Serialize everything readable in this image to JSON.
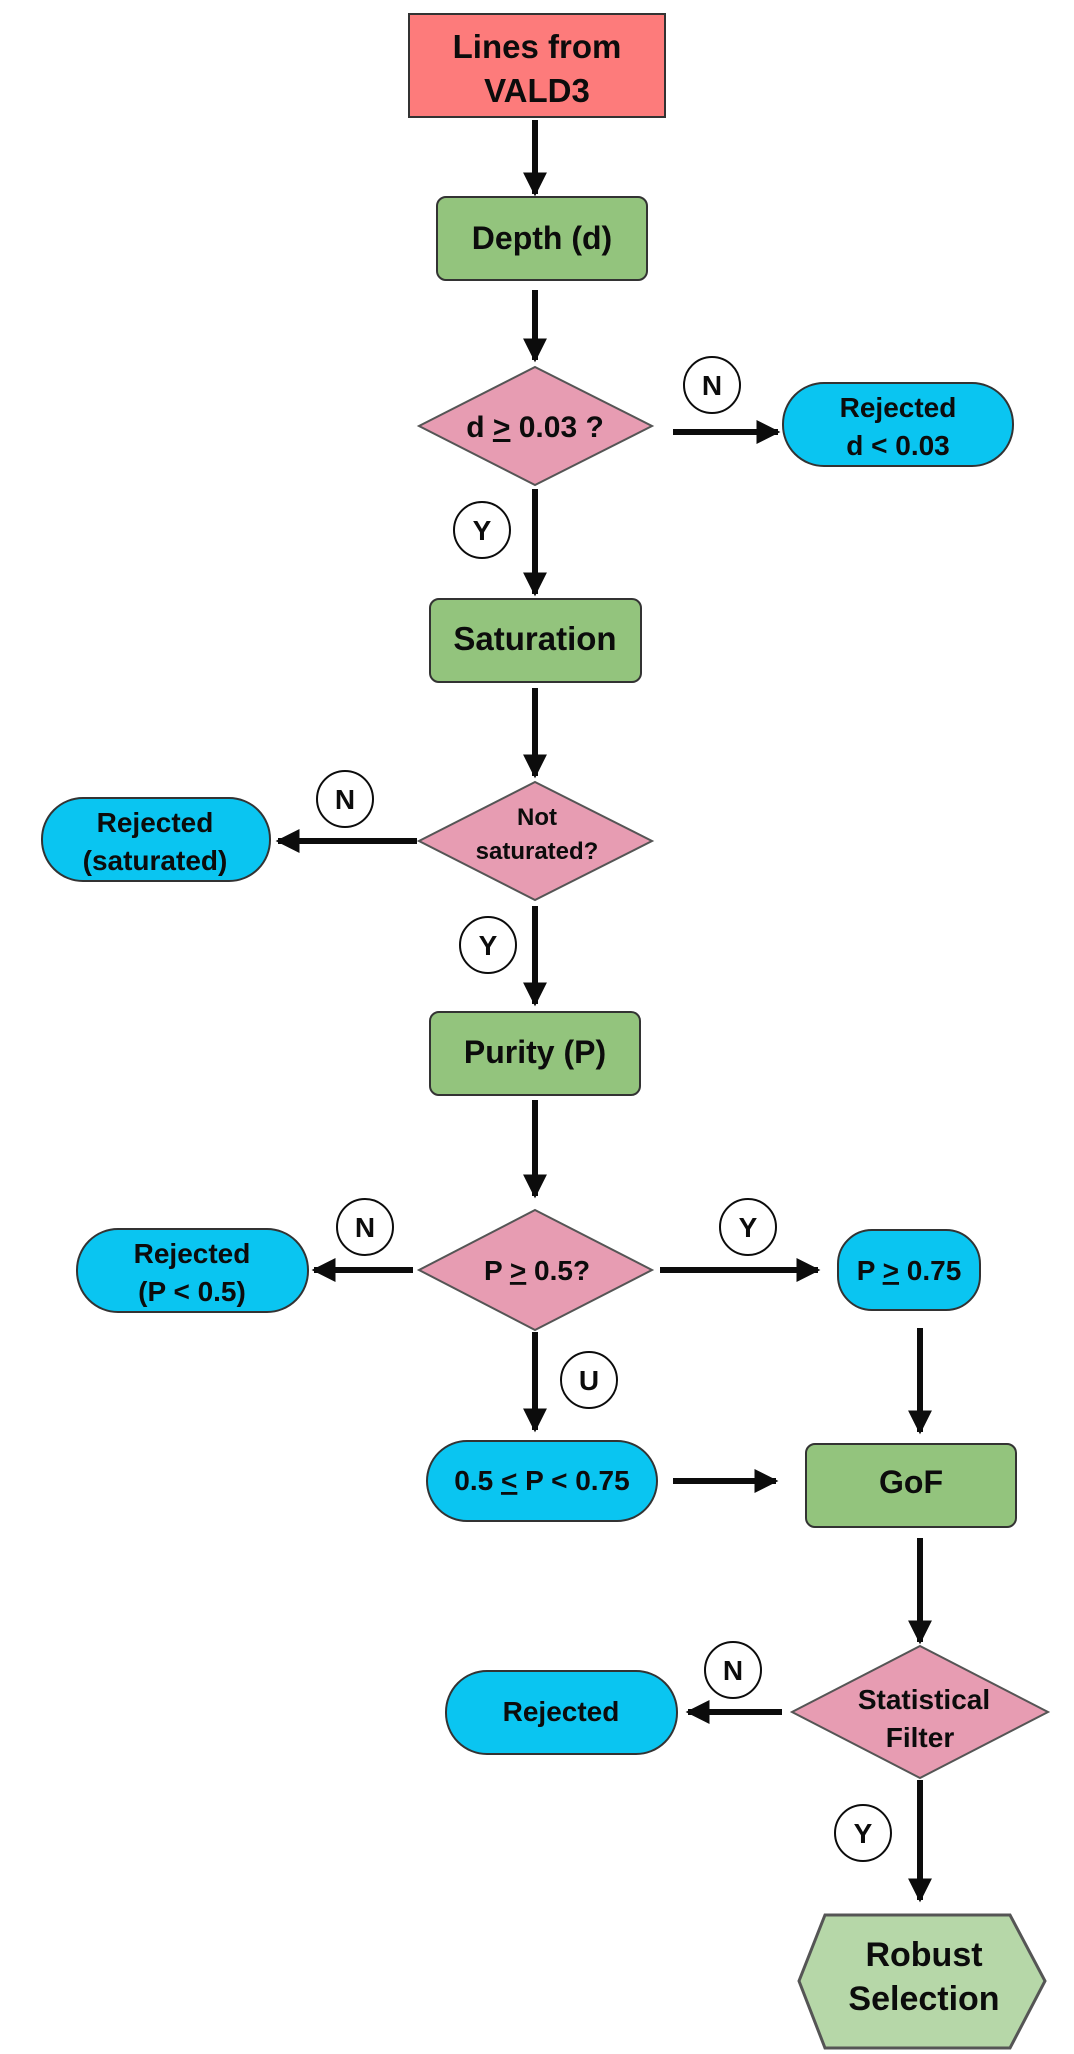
{
  "nodes": {
    "start": {
      "line1": "Lines from",
      "line2": "VALD3"
    },
    "depth": {
      "label": "Depth (d)"
    },
    "dcheck": {
      "pre": "d ",
      "op": ">",
      "post": " 0.03 ?"
    },
    "rej_depth": {
      "line1": "Rejected",
      "line2": "d < 0.03"
    },
    "saturation": {
      "label": "Saturation"
    },
    "satcheck": {
      "line1": "Not",
      "line2": "saturated?"
    },
    "rej_sat": {
      "line1": "Rejected",
      "line2": "(saturated)"
    },
    "purity": {
      "label": "Purity (P)"
    },
    "pcheck": {
      "pre": "P ",
      "op": ">",
      "post": " 0.5?"
    },
    "rej_purity": {
      "line1": "Rejected",
      "line2": "(P < 0.5)"
    },
    "p_high": {
      "pre": "P ",
      "op": ">",
      "post": " 0.75"
    },
    "p_mid": {
      "pre": "0.5 ",
      "op": "<",
      "post": " P < 0.75"
    },
    "gof": {
      "label": "GoF"
    },
    "statfilter": {
      "line1": "Statistical",
      "line2": "Filter"
    },
    "rej_stat": {
      "label": "Rejected"
    },
    "robust": {
      "line1": "Robust",
      "line2": "Selection"
    }
  },
  "edge_labels": {
    "dcheck_no": "N",
    "dcheck_yes": "Y",
    "satcheck_no": "N",
    "satcheck_yes": "Y",
    "pcheck_no": "N",
    "pcheck_yes": "Y",
    "pcheck_uncertain": "U",
    "stat_no": "N",
    "stat_yes": "Y"
  },
  "colors": {
    "start_fill": "#fd7b7b",
    "process_fill": "#93c47d",
    "decision_fill": "#e79cb2",
    "terminal_fill": "#0ac5f1",
    "final_fill": "#b6d7a8",
    "stroke": "#555555",
    "arrow": "#0c0c0c"
  }
}
